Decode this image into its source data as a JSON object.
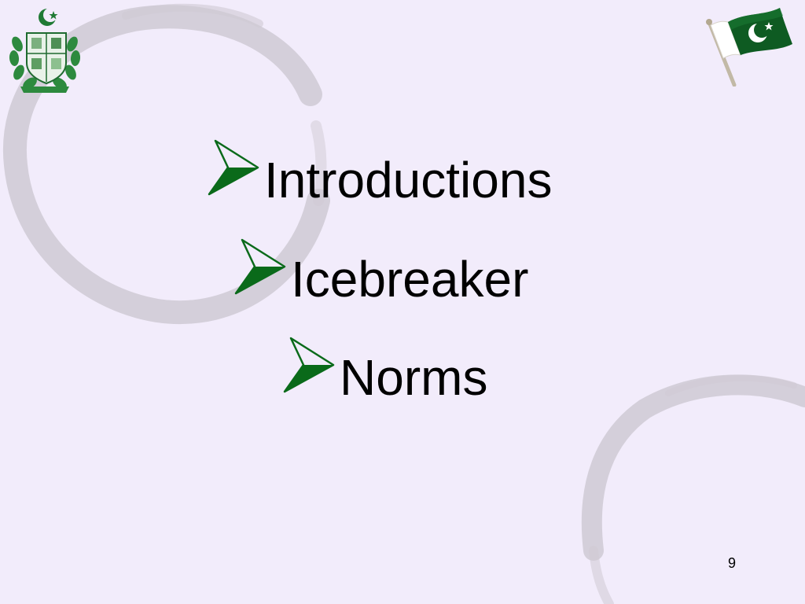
{
  "slide": {
    "bullets": [
      {
        "label": "Introductions"
      },
      {
        "label": "Icebreaker"
      },
      {
        "label": "Norms"
      }
    ],
    "page_number": "9"
  },
  "icons": {
    "bullet": "green-arrowhead-icon",
    "emblem": "state-emblem-icon",
    "flag": "pakistan-flag-icon"
  },
  "colors": {
    "background": "#f2ecfb",
    "swirl": "#cfcad3",
    "bullet_green": "#0a6a1a",
    "flag_green": "#01411c",
    "text": "#000000"
  }
}
